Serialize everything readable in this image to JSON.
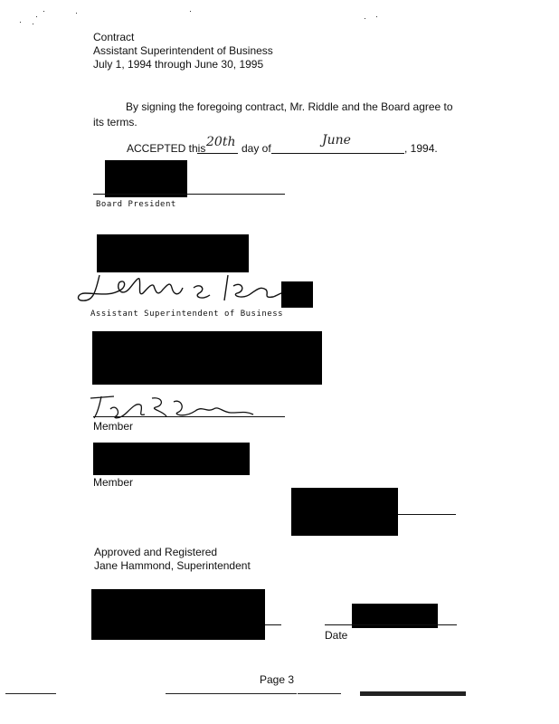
{
  "header": {
    "line1": "Contract",
    "line2": "Assistant Superintendent of Business",
    "line3": "July 1, 1994 through June 30, 1995"
  },
  "body": {
    "paragraph": "By signing the foregoing contract, Mr. Riddle and the Board agree to its terms."
  },
  "acceptance": {
    "prefix": "ACCEPTED this",
    "day": "20th",
    "middle": "day of",
    "month": "June",
    "suffix": ", 1994."
  },
  "signatures": {
    "board_president_label": "Board President",
    "asst_super_label": "Assistant Superintendent of Business",
    "member_label_1": "Member",
    "member_label_2": "Member"
  },
  "approval": {
    "line1": "Approved and Registered",
    "line2": "Jane Hammond, Superintendent",
    "date_label": "Date"
  },
  "footer": {
    "page": "Page 3"
  }
}
